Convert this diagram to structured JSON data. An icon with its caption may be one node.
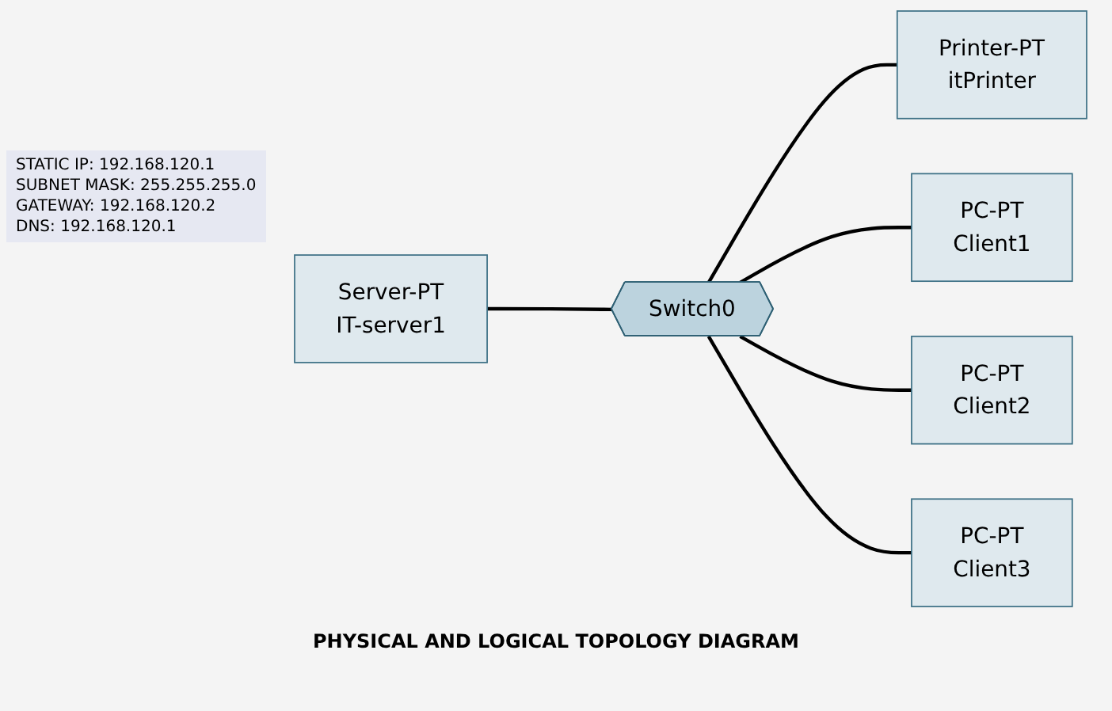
{
  "diagram": {
    "caption": "PHYSICAL AND LOGICAL TOPOLOGY DIAGRAM",
    "nodes": [
      {
        "text": [
          "Printer-PT",
          "itPrinter"
        ]
      },
      {
        "text": [
          "PC-PT",
          "Client1"
        ]
      },
      {
        "text": [
          "Server-PT",
          "IT-server1"
        ]
      },
      {
        "text": [
          "Switch0"
        ]
      },
      {
        "text": [
          "PC-PT",
          "Client2"
        ]
      },
      {
        "text": [
          "PC-PT",
          "Client3"
        ]
      }
    ],
    "edges": [
      {
        "from": 3,
        "to": 0,
        "arrow": "none"
      },
      {
        "from": 3,
        "to": 1,
        "arrow": "none"
      },
      {
        "from": 2,
        "to": 3,
        "arrow": "none"
      },
      {
        "from": 3,
        "to": 4,
        "arrow": "none"
      },
      {
        "from": 3,
        "to": 5,
        "arrow": "none"
      }
    ],
    "labels": [
      "STATIC IP: 192.168.120.1",
      "SUBNET MASK: 255.255.255.0",
      "GATEWAY: 192.168.120.2",
      "DNS: 192.168.120.1"
    ]
  }
}
